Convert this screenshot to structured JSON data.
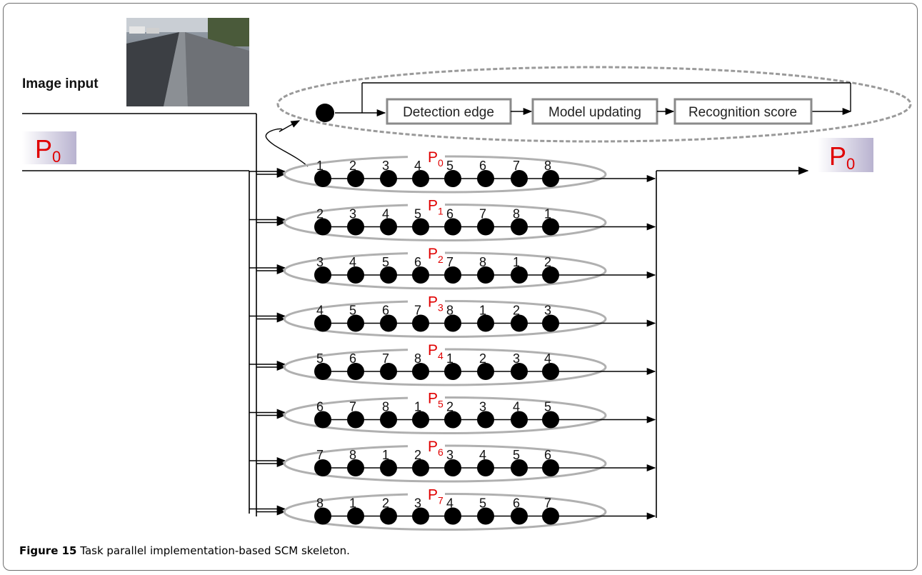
{
  "image_input_label": "Image input",
  "p_symbol": "P",
  "input_port": "0",
  "output_port": "0",
  "pipeline": {
    "stages": [
      "Detection edge",
      "Model updating",
      "Recognition score"
    ]
  },
  "processors": [
    {
      "sub": "0",
      "order": [
        "1",
        "2",
        "3",
        "4",
        "5",
        "6",
        "7",
        "8"
      ]
    },
    {
      "sub": "1",
      "order": [
        "2",
        "3",
        "4",
        "5",
        "6",
        "7",
        "8",
        "1"
      ]
    },
    {
      "sub": "2",
      "order": [
        "3",
        "4",
        "5",
        "6",
        "7",
        "8",
        "1",
        "2"
      ]
    },
    {
      "sub": "3",
      "order": [
        "4",
        "5",
        "6",
        "7",
        "8",
        "1",
        "2",
        "3"
      ]
    },
    {
      "sub": "4",
      "order": [
        "5",
        "6",
        "7",
        "8",
        "1",
        "2",
        "3",
        "4"
      ]
    },
    {
      "sub": "5",
      "order": [
        "6",
        "7",
        "8",
        "1",
        "2",
        "3",
        "4",
        "5"
      ]
    },
    {
      "sub": "6",
      "order": [
        "7",
        "8",
        "1",
        "2",
        "3",
        "4",
        "5",
        "6"
      ]
    },
    {
      "sub": "7",
      "order": [
        "8",
        "1",
        "2",
        "3",
        "4",
        "5",
        "6",
        "7"
      ]
    }
  ],
  "caption": {
    "label": "Figure 15",
    "text": "Task parallel implementation-based SCM skeleton."
  },
  "colors": {
    "p_label": "#e00000",
    "p_box_start": "#ffffff",
    "p_box_end": "#b9b3d0",
    "ellipse_stroke": "#b0b0b0",
    "dot": "#000000"
  }
}
